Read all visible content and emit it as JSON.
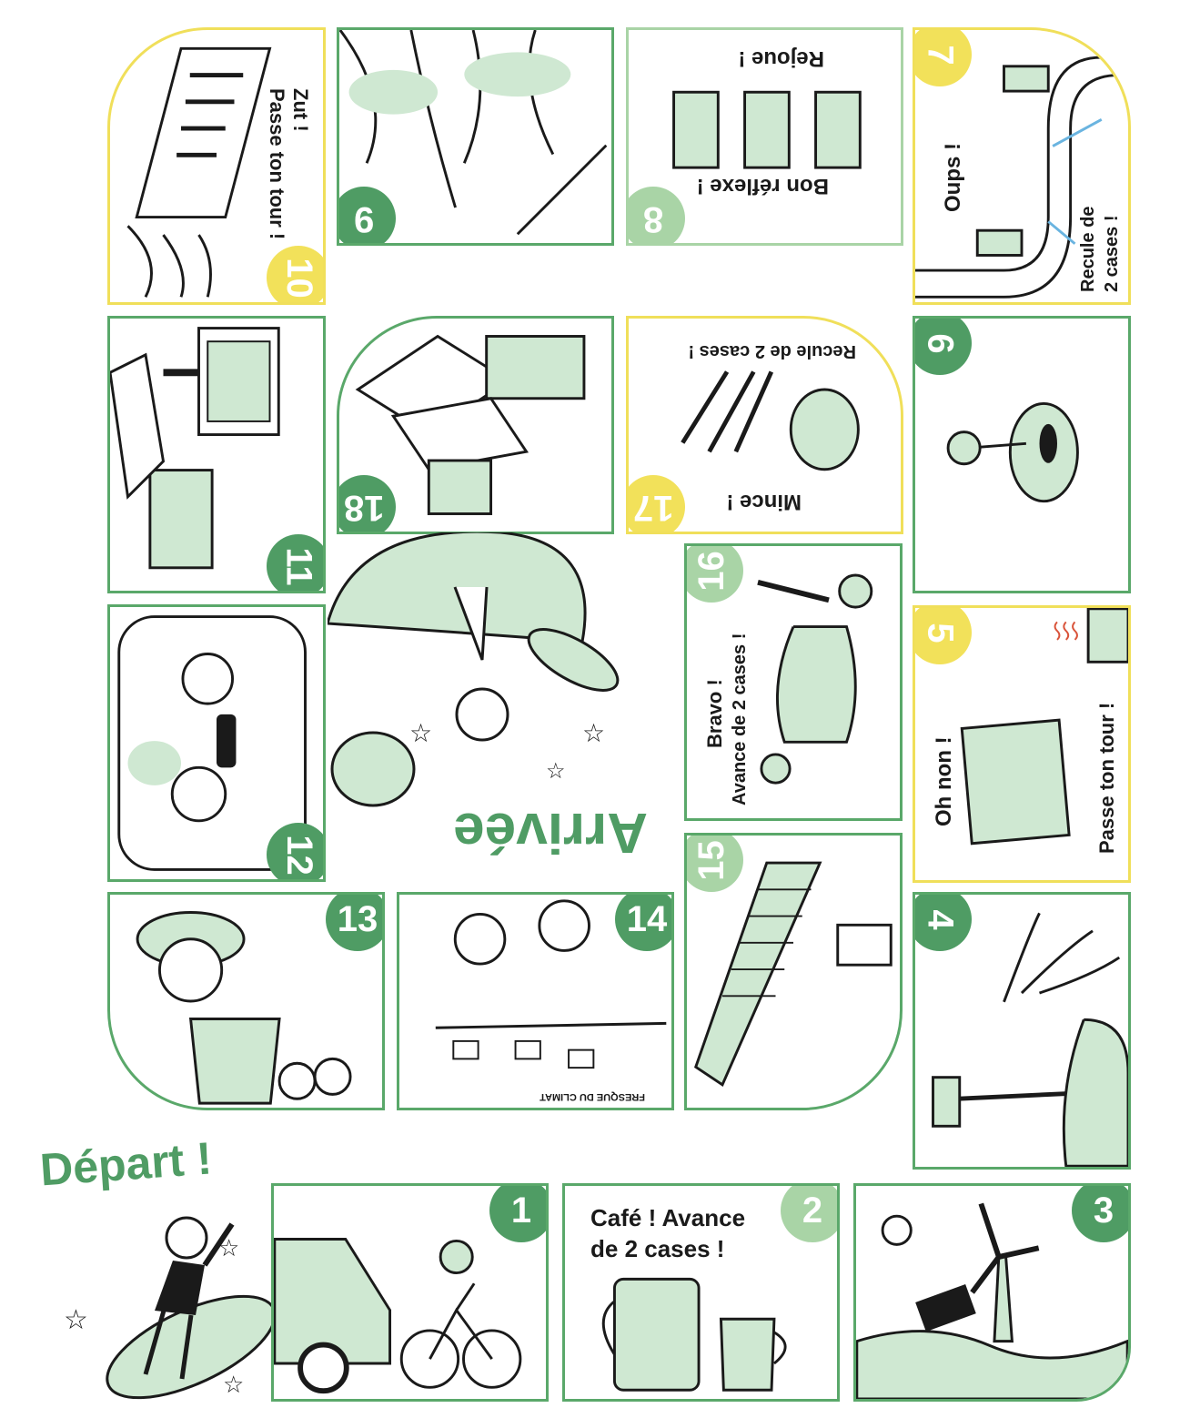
{
  "start_label": "Départ !",
  "finish_label": "Arrivée",
  "colors": {
    "green": "#4f9c64",
    "light_green": "#a9d4a6",
    "yellow": "#f2e15a",
    "mint": "#cfe8d2"
  },
  "squares": [
    {
      "number": "1",
      "text": "",
      "icon": "car-and-bicycle-icon"
    },
    {
      "number": "2",
      "text": "Café ! Avance de 2 cases !",
      "line1": "Café ! Avance",
      "line2": "de 2 cases !",
      "icon": "coffee-mugs-icon"
    },
    {
      "number": "3",
      "text": "",
      "icon": "wind-turbine-solar-panel-icon"
    },
    {
      "number": "4",
      "text": "",
      "icon": "garden-shovel-plants-icon"
    },
    {
      "number": "5",
      "line1": "Oh non !",
      "line2": "Passe ton tour !",
      "icon": "open-window-heater-icon"
    },
    {
      "number": "6",
      "text": "",
      "icon": "flower-tape-icon"
    },
    {
      "number": "7",
      "line1": "Oups !",
      "line2": "Recule de",
      "line3": "2 cases !",
      "icon": "leaking-pipe-icon"
    },
    {
      "number": "8",
      "line1": "Bon réflexe !",
      "line2": "Rejoue !",
      "icon": "recycling-bins-icon"
    },
    {
      "number": "9",
      "text": "",
      "icon": "forest-canopy-icon"
    },
    {
      "number": "10",
      "line1": "Zut !",
      "line2": "Passe ton tour !",
      "icon": "storm-drain-trash-icon"
    },
    {
      "number": "11",
      "text": "",
      "icon": "office-printer-screen-icon"
    },
    {
      "number": "12",
      "text": "",
      "icon": "carpool-icon"
    },
    {
      "number": "13",
      "text": "",
      "icon": "market-shopping-icon"
    },
    {
      "number": "14",
      "text": "",
      "icon": "climate-workshop-icon",
      "caption": "FRESQUE DU CLIMAT"
    },
    {
      "number": "15",
      "text": "",
      "icon": "paper-stack-icon"
    },
    {
      "number": "16",
      "line1": "Bravo !",
      "line2": "Avance de 2 cases !",
      "icon": "vegetables-icon"
    },
    {
      "number": "17",
      "line1": "Mince !",
      "line2": "Recule de 2 cases !",
      "icon": "plastic-cutlery-icon"
    },
    {
      "number": "18",
      "text": "",
      "icon": "cardboard-boxes-icon"
    }
  ]
}
